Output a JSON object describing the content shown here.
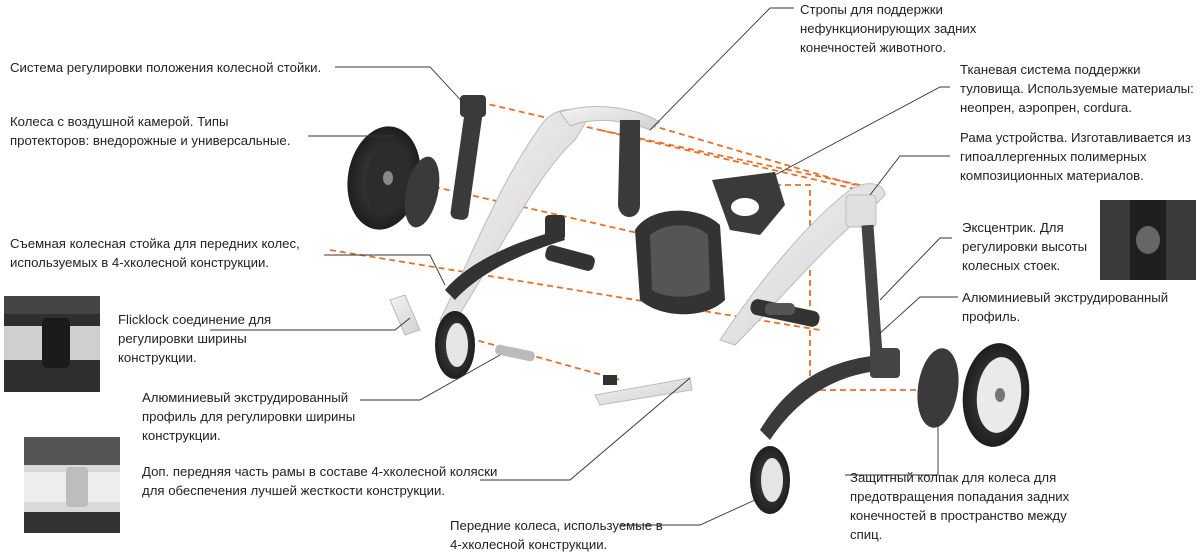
{
  "labels": {
    "rear_slings": "Стропы для поддержки\nнефункционирующих задних\nконечностей животного.",
    "wheel_post_adjust": "Система регулировки положения колесной стойки.",
    "air_wheels": "Колеса с воздушной камерой. Типы\nпротекторов: внедорожные и универсальные.",
    "fabric_support": "Тканевая система поддержки\nтуловища. Используемые материалы:\nнеопрен, аэропрен, cordura.",
    "frame": "Рама устройства. Изготавливается из\nгипоаллергенных полимерных\nкомпозиционных материалов.",
    "removable_post": "Съемная колесная стойка для передних колес,\nиспользуемых в 4-хколесной конструкции.",
    "eccentric": "Эксцентрик. Для\nрегулировки высоты\nколесных стоек.",
    "flicklock": "Flicklock соединение для\nрегулировки ширины\nконструкции.",
    "alu_profile_right": "Алюминиевый экструдированный\nпрофиль.",
    "alu_profile_width": "Алюминиевый экструдированный\nпрофиль для регулировки ширины\nконструкции.",
    "front_frame": "Доп. передняя часть рамы в составе 4-хколесной коляски\nдля обеспечения лучшей жесткости конструкции.",
    "wheel_cap": "Защитный колпак для колеса для\nпредотвращения попадания задних\nконечностей в пространство между\nспиц.",
    "front_wheels": "Передние колеса, используемые в\n4-хколесной конструкции."
  },
  "colors": {
    "leader": "#333333",
    "dashed_axis": "#e8702a",
    "dark_part": "#3a3a3a",
    "light_part": "#e6e6e6",
    "text": "#222222"
  }
}
